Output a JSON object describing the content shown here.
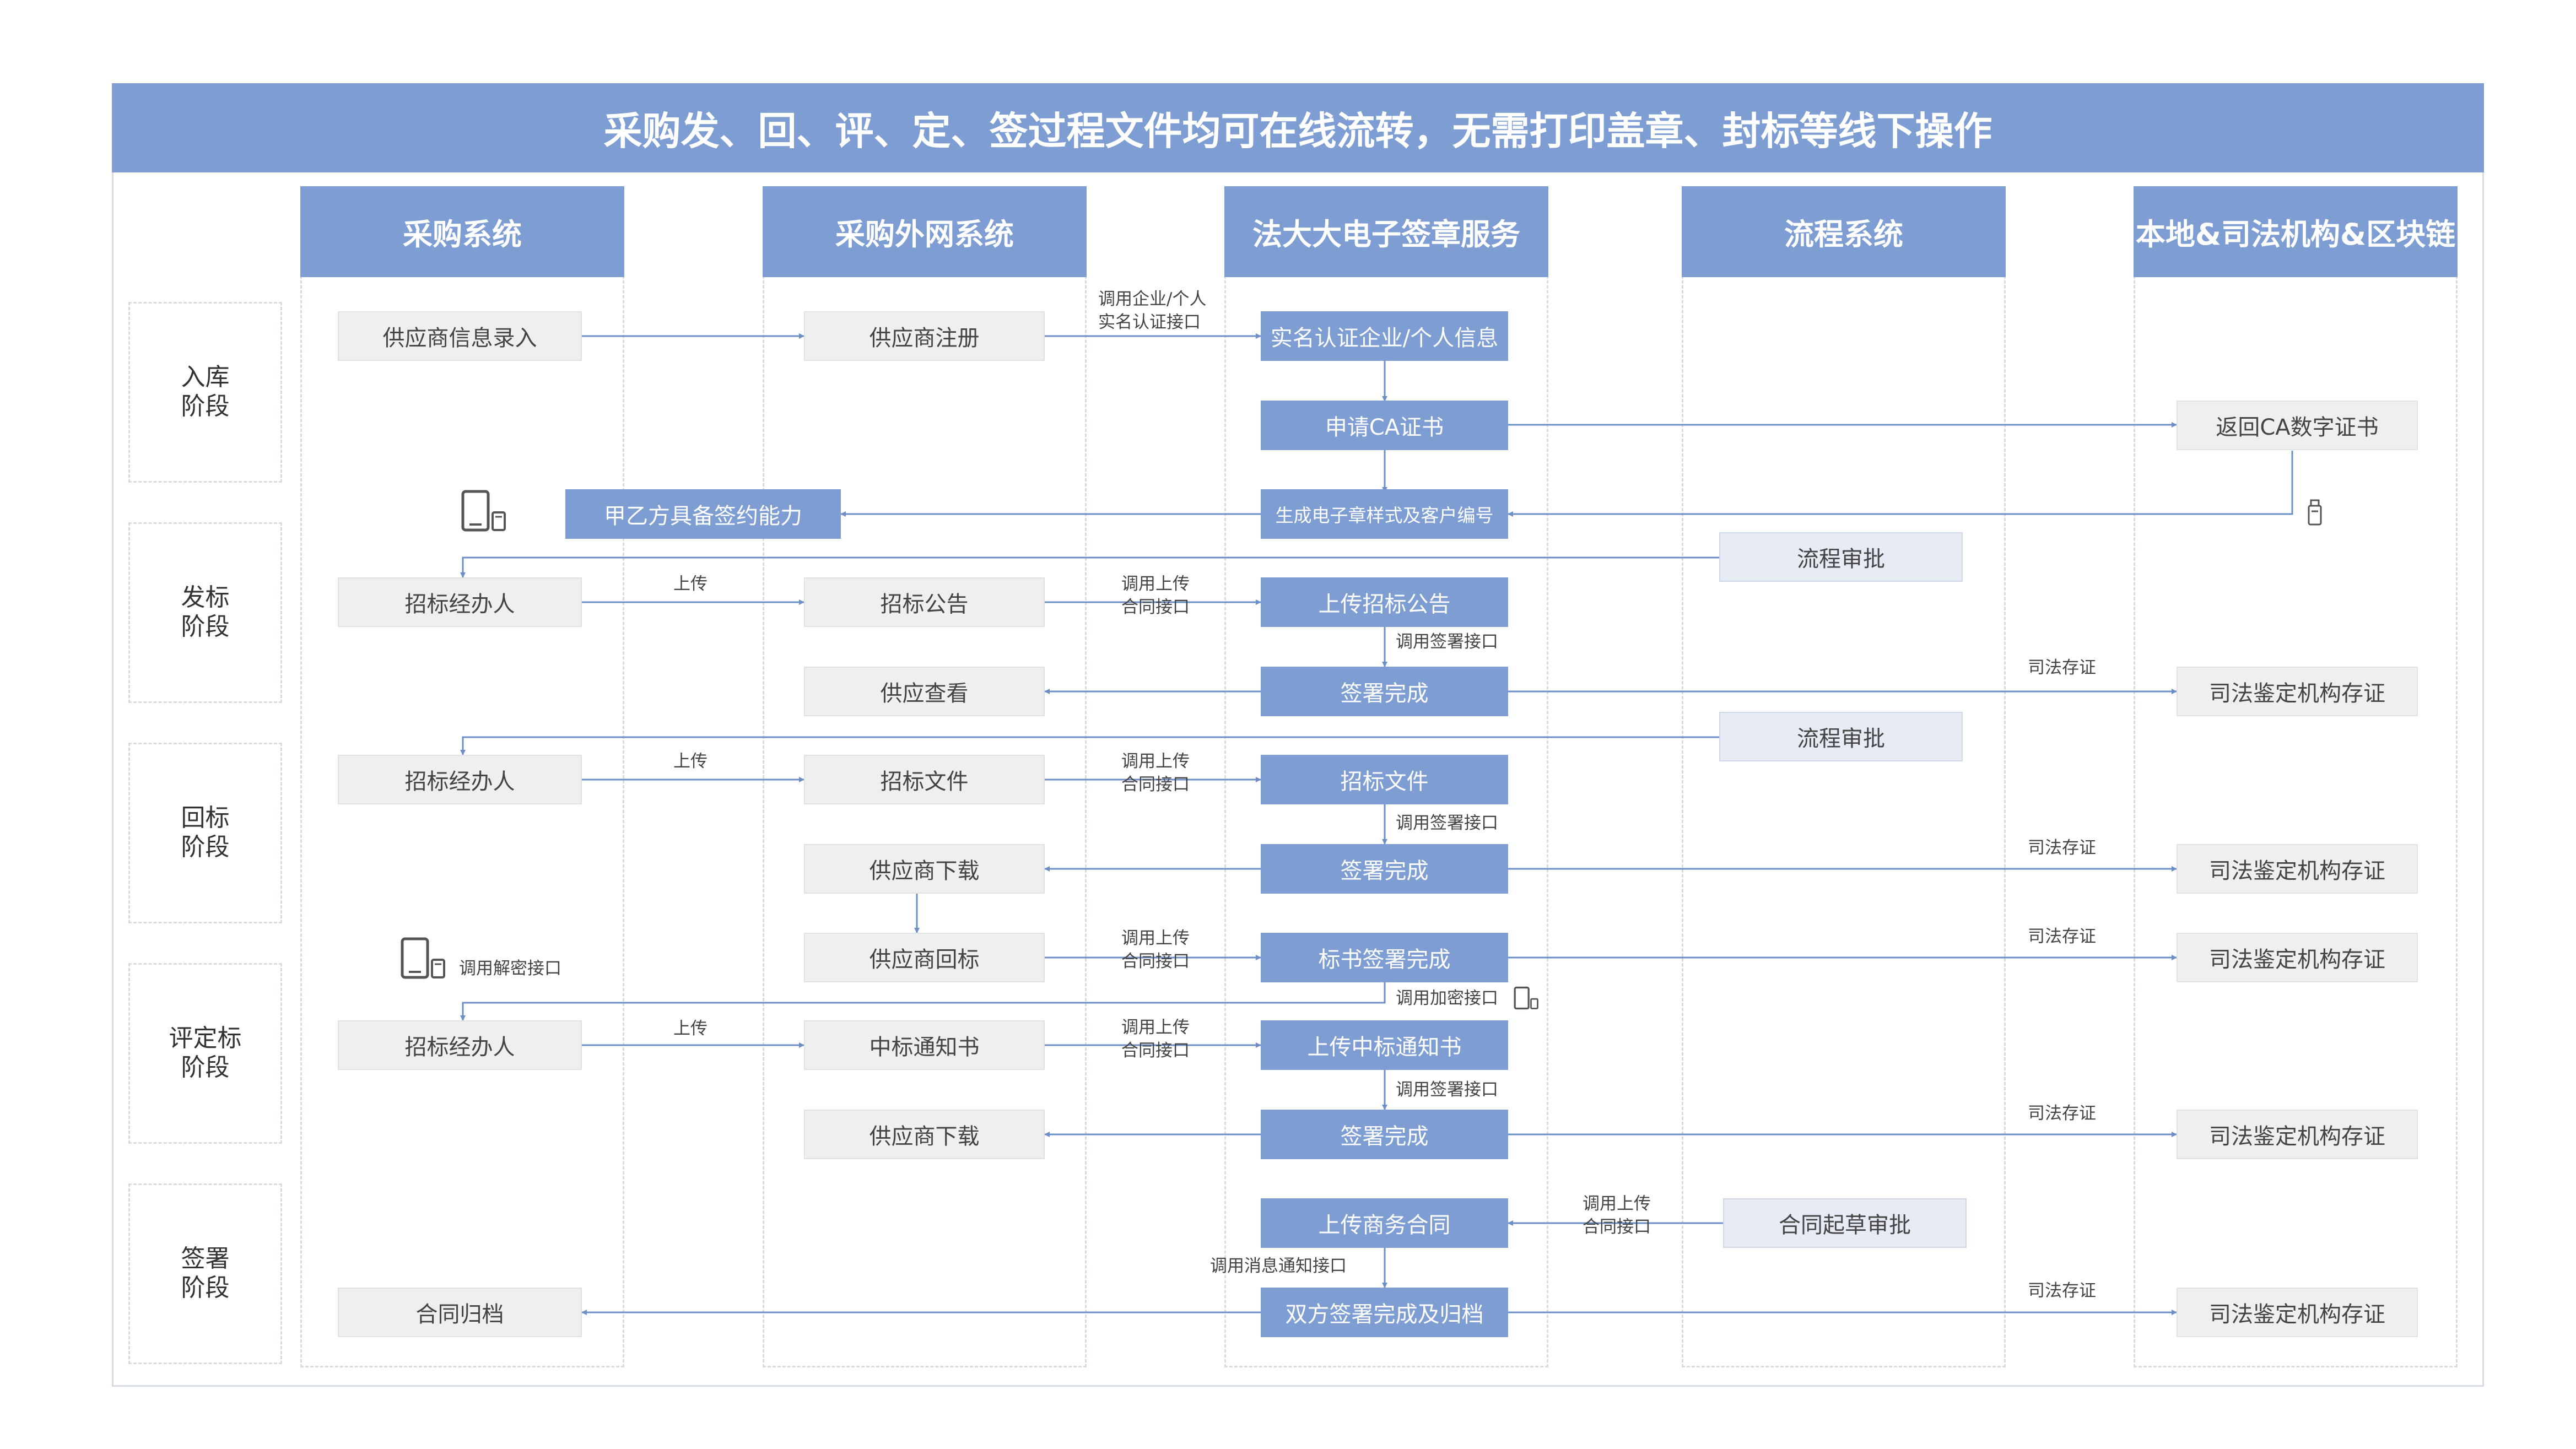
{
  "title": "采购发、回、评、定、签过程文件均可在线流转，无需打印盖章、封标等线下操作",
  "lanes": [
    "采购系统",
    "采购外网系统",
    "法大大电子签章服务",
    "流程系统",
    "本地&司法机构&区块链"
  ],
  "stages": [
    "入库\n阶段",
    "发标\n阶段",
    "回标\n阶段",
    "评定标\n阶段",
    "签署\n阶段"
  ],
  "boxes": {
    "supplier_info_entry": "供应商信息录入",
    "supplier_register": "供应商注册",
    "realname_verify": "实名认证企业/个人信息",
    "apply_ca": "申请CA证书",
    "return_ca": "返回CA数字证书",
    "sign_ability": "甲乙方具备签约能力",
    "gen_seal": "生成电子章样式及客户编号",
    "flow_approve_1": "流程审批",
    "tender_agent_1": "招标经办人",
    "tender_notice": "招标公告",
    "upload_notice": "上传招标公告",
    "supplier_view": "供应查看",
    "sign_done_1": "签署完成",
    "judicial_1": "司法鉴定机构存证",
    "flow_approve_2": "流程审批",
    "tender_agent_2": "招标经办人",
    "tender_doc": "招标文件",
    "tender_doc_b": "招标文件",
    "supplier_download_1": "供应商下载",
    "sign_done_2": "签署完成",
    "judicial_2": "司法鉴定机构存证",
    "supplier_reply": "供应商回标",
    "bid_sign_done": "标书签署完成",
    "judicial_3": "司法鉴定机构存证",
    "tender_agent_3": "招标经办人",
    "win_notice": "中标通知书",
    "upload_win_notice": "上传中标通知书",
    "supplier_download_2": "供应商下载",
    "sign_done_3": "签署完成",
    "judicial_4": "司法鉴定机构存证",
    "upload_contract": "上传商务合同",
    "contract_draft_approve": "合同起草审批",
    "contract_archive": "合同归档",
    "both_sign_archive": "双方签署完成及归档",
    "judicial_5": "司法鉴定机构存证"
  },
  "labels": {
    "realname_api": "调用企业/个人\n实名认证接口",
    "upload_1": "上传",
    "call_upload_1": "调用上传\n合同接口",
    "call_sign_1": "调用签署接口",
    "judicial_save_1": "司法存证",
    "upload_2": "上传",
    "call_upload_2": "调用上传\n合同接口",
    "call_sign_2": "调用签署接口",
    "judicial_save_2": "司法存证",
    "call_decrypt": "调用解密接口",
    "call_upload_3": "调用上传\n合同接口",
    "judicial_save_3": "司法存证",
    "call_encrypt": "调用加密接口",
    "upload_3": "上传",
    "call_upload_4": "调用上传\n合同接口",
    "call_sign_3": "调用签署接口",
    "judicial_save_4": "司法存证",
    "call_upload_5": "调用上传\n合同接口",
    "call_notify": "调用消息通知接口",
    "judicial_save_5": "司法存证"
  },
  "colors": {
    "accent": "#7e9ed3",
    "line": "#6d8fc8",
    "gray_box": "#efefef",
    "light_box": "#e6ebf4"
  },
  "icons": [
    "tablet-phone-icon",
    "usb-key-icon"
  ]
}
